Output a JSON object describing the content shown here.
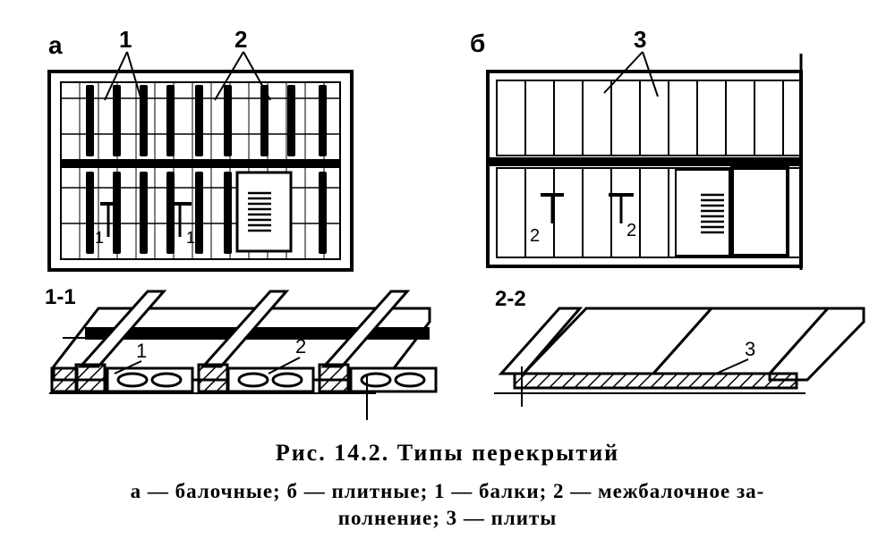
{
  "panels": {
    "a": {
      "letter": "а",
      "callouts": [
        "1",
        "2"
      ],
      "section_label": "1-1",
      "section_callouts": [
        "1",
        "2"
      ]
    },
    "b": {
      "letter": "б",
      "callouts": [
        "3"
      ],
      "section_label": "2-2",
      "section_callouts": [
        "3"
      ]
    }
  },
  "section_marks": {
    "a": [
      "1",
      "1"
    ],
    "b": [
      "2",
      "2"
    ]
  },
  "caption": {
    "title": "Рис. 14.2. Типы перекрытий",
    "legend_line1": "а — балочные; б — плитные; 1 — балки; 2 — межбалочное за-",
    "legend_line2": "полнение; 3 — плиты"
  }
}
